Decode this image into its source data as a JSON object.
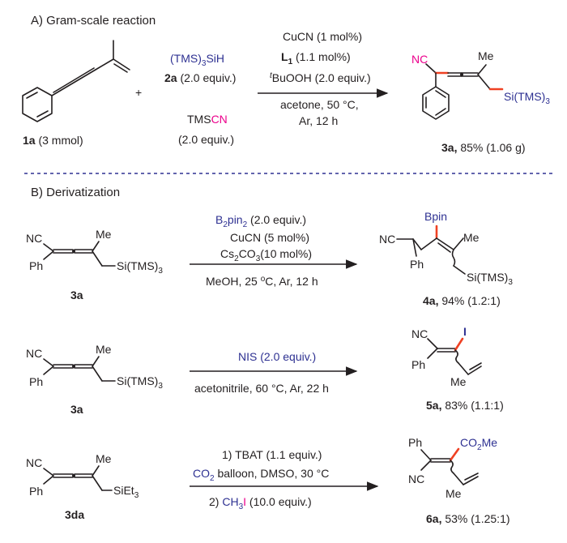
{
  "section_a": {
    "title": "A) Gram-scale reaction",
    "reactant": {
      "label": "1a",
      "amount": " (3 mmol)"
    },
    "plus": "+",
    "reagent1": {
      "formula_prefix": "(TMS)",
      "formula_sub": "3",
      "formula_suffix": "SiH",
      "label": "2a",
      "equiv": " (2.0 equiv.)"
    },
    "reagent2": {
      "formula_tms": "TMS",
      "formula_cn": "CN",
      "equiv": "(2.0 equiv.)"
    },
    "conditions": {
      "line1": "CuCN (1 mol%)",
      "ligand_main": "L",
      "ligand_sub": "1",
      "ligand_rest": " (1.1 mol%)",
      "oxidant_sup": "t",
      "oxidant_rest": "BuOOH (2.0 equiv.)",
      "line4": "acetone, 50 °C,",
      "line5": "Ar, 12 h"
    },
    "product": {
      "nc": "NC",
      "me": "Me",
      "si_prefix": "Si(TMS)",
      "si_sub": "3",
      "label": "3a,",
      "yield": " 85% (1.06 g)"
    }
  },
  "section_b": {
    "title": "B) Derivatization",
    "rxn1": {
      "reactant_label": "3a",
      "nc": "NC",
      "ph": "Ph",
      "me": "Me",
      "si_prefix": "Si(TMS)",
      "si_sub": "3",
      "cond_b": "B",
      "cond_b_sub": "2",
      "cond_pin": "pin",
      "cond_pin_sub": "2",
      "cond_b_equiv": " (2.0 equiv.)",
      "cond2": "CuCN (5 mol%)",
      "cond3_cs": "Cs",
      "cond3_cs_sub": "2",
      "cond3_co": "CO",
      "cond3_co_sub": "3",
      "cond3_rest": "(10 mol%)",
      "cond4_a": "MeOH, 25 ",
      "cond4_o": "o",
      "cond4_b": "C, Ar, 12 h",
      "product_bpin": "Bpin",
      "product_nc": "NC",
      "product_ph": "Ph",
      "product_me": "Me",
      "product_si_prefix": "Si(TMS)",
      "product_si_sub": "3",
      "product_label": "4a,",
      "product_yield": " 94% (1.2:1)"
    },
    "rxn2": {
      "reactant_label": "3a",
      "nc": "NC",
      "ph": "Ph",
      "me": "Me",
      "si_prefix": "Si(TMS)",
      "si_sub": "3",
      "cond1": "NIS (2.0 equiv.)",
      "cond2": "acetonitrile, 60 °C, Ar, 22 h",
      "product_i": "I",
      "product_nc": "NC",
      "product_ph": "Ph",
      "product_me": "Me",
      "product_label": "5a,",
      "product_yield": " 83% (1.1:1)"
    },
    "rxn3": {
      "reactant_label": "3da",
      "nc": "NC",
      "ph": "Ph",
      "me": "Me",
      "si_prefix": "SiEt",
      "si_sub": "3",
      "cond1": "1) TBAT (1.1 equiv.)",
      "cond2_co": "CO",
      "cond2_sub": "2",
      "cond2_rest": " balloon, DMSO, 30 °C",
      "cond3_pre": "2) ",
      "cond3_ch": "CH",
      "cond3_sub": "3",
      "cond3_i": "I",
      "cond3_rest": " (10.0 equiv.)",
      "product_co2me_a": "CO",
      "product_co2me_sub": "2",
      "product_co2me_b": "Me",
      "product_ph": "Ph",
      "product_nc": "NC",
      "product_me": "Me",
      "product_label": "6a,",
      "product_yield": " 53% (1.25:1)"
    }
  },
  "colors": {
    "text": "#231f20",
    "blue": "#2e3192",
    "pink": "#ec008c",
    "red": "#ef4123",
    "divider": "#2e3192"
  }
}
